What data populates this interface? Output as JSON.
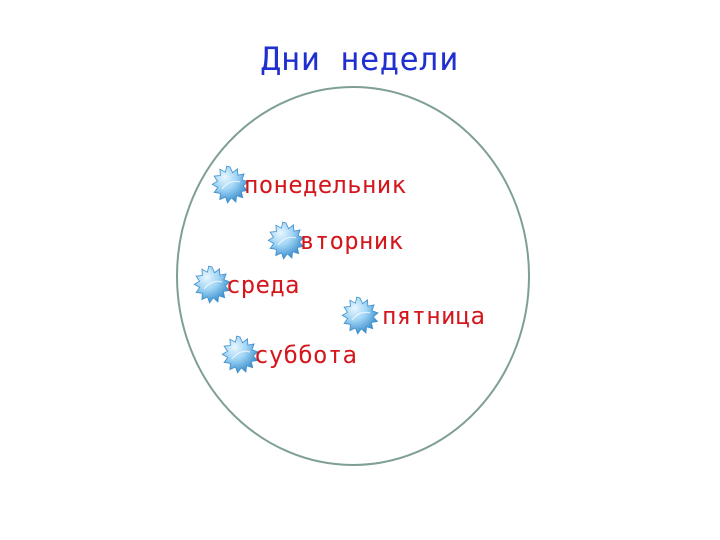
{
  "title": "Дни недели",
  "colors": {
    "title": "#1f2fd0",
    "day_label": "#d4171d",
    "circle_stroke": "#7f9f96",
    "badge_fill": "#4ea8e0"
  },
  "days": [
    {
      "label": "понедельник",
      "icon": "blue-star-badge-icon"
    },
    {
      "label": "вторник",
      "icon": "blue-star-badge-icon"
    },
    {
      "label": "среда",
      "icon": "blue-star-badge-icon"
    },
    {
      "label": "пятница",
      "icon": "blue-star-badge-icon"
    },
    {
      "label": "суббота",
      "icon": "blue-star-badge-icon"
    }
  ]
}
